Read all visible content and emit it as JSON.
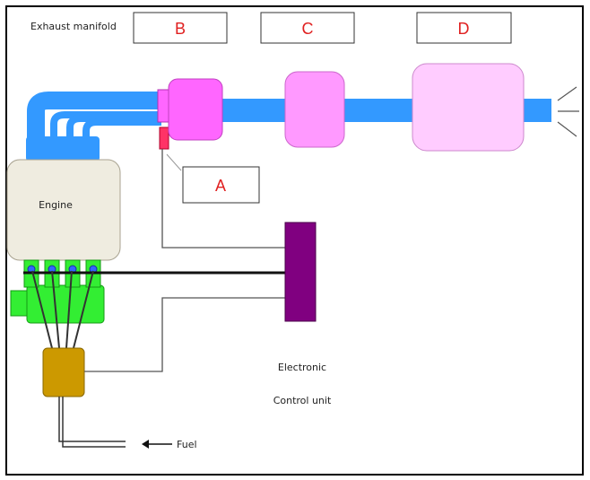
{
  "labels": {
    "exhaust_manifold": "Exhaust manifold",
    "engine": "Engine",
    "ecu_line1": "Electronic",
    "ecu_line2": "Control unit",
    "fuel": "Fuel"
  },
  "callouts": {
    "a": "A",
    "b": "B",
    "c": "C",
    "d": "D"
  },
  "colors": {
    "pipe": "#3399ff",
    "component_b": "#ff66ff",
    "component_c": "#ff99ff",
    "component_d": "#ffccff",
    "sensor": "#ff3366",
    "ecu": "#800080",
    "engine_body": "#efece0",
    "injector_rail": "#33ee33",
    "fuel_pump": "#cc9900",
    "label_text": "#e02020"
  }
}
